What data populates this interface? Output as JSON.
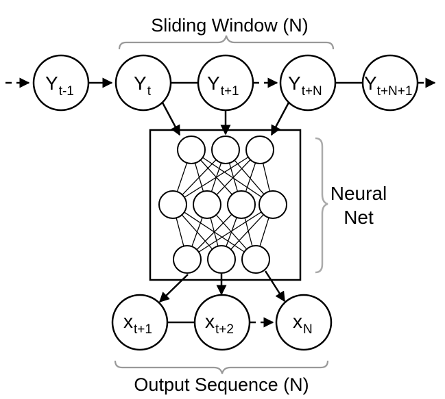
{
  "sliding_window_label": "Sliding Window (N)",
  "neural_net_label": [
    "Neural",
    "Net"
  ],
  "output_sequence_label": "Output Sequence (N)",
  "input_nodes": [
    {
      "base": "Y",
      "sub": "t-1"
    },
    {
      "base": "Y",
      "sub": "t"
    },
    {
      "base": "Y",
      "sub": "t+1"
    },
    {
      "base": "Y",
      "sub": "t+N"
    },
    {
      "base": "Y",
      "sub": "t+N+1"
    }
  ],
  "output_nodes": [
    {
      "base": "x",
      "sub": "t+1"
    },
    {
      "base": "x",
      "sub": "t+2"
    },
    {
      "base": "x",
      "sub": "N"
    }
  ]
}
